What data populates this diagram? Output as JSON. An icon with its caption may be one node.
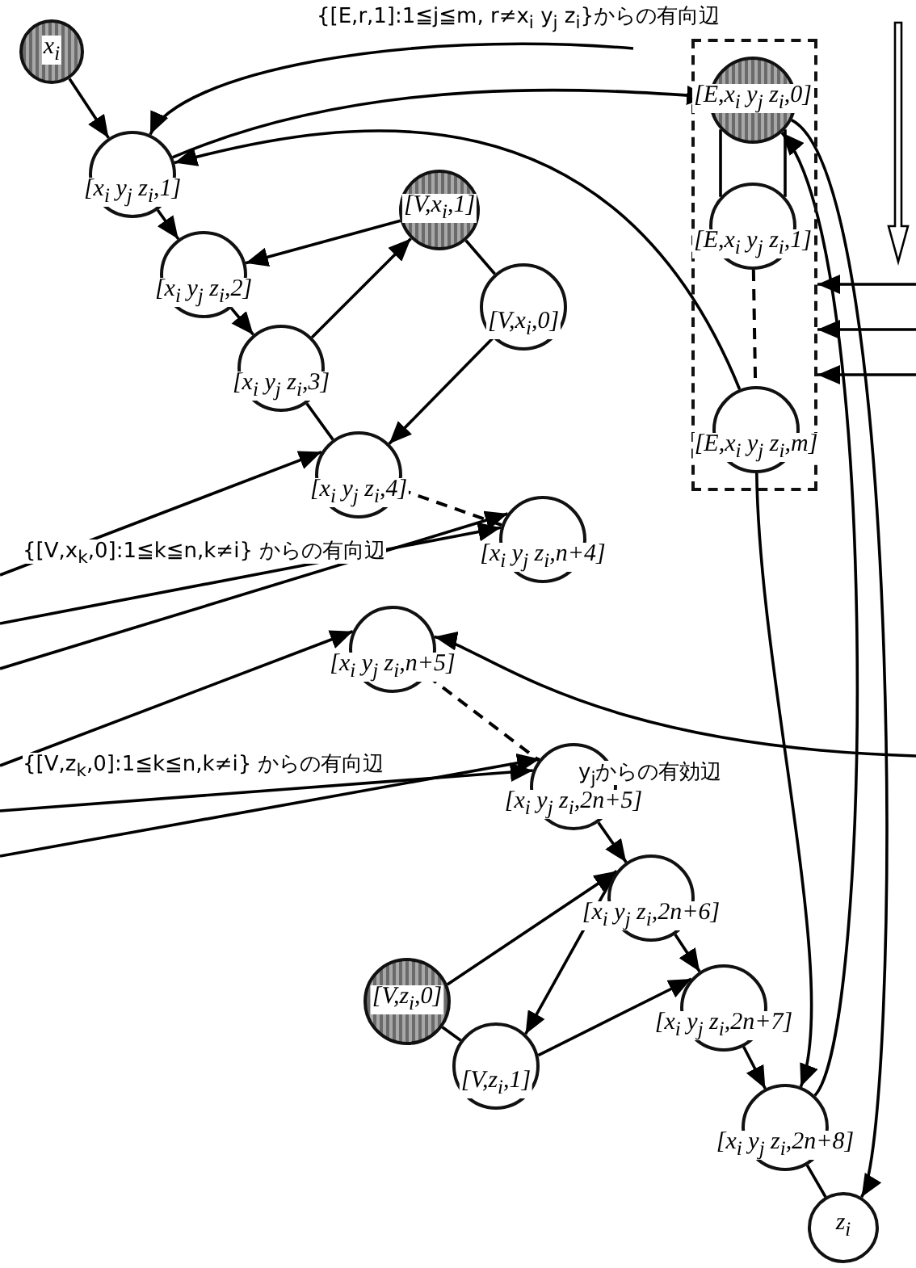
{
  "diagram": {
    "nodes": [
      {
        "text": [
          "x$_{i}$"
        ]
      },
      {
        "text": [],
        "shape": "box"
      },
      {
        "text": [
          "[E,x$_{i}$ y$_{j}$ z$_{i}$,0]"
        ],
        "in": 1
      },
      {
        "text": [
          "[x$_{i}$ y$_{j}$ z$_{i}$,1]"
        ]
      },
      {
        "text": [
          "[V,x$_{i}$,1]"
        ]
      },
      {
        "text": [
          "[E,x$_{i}$ y$_{j}$ z$_{i}$,1]"
        ],
        "in": 1
      },
      {
        "text": [
          "[x$_{i}$ y$_{j}$ z$_{i}$,2]"
        ]
      },
      {
        "text": [
          "[V,x$_{i}$,0]"
        ]
      },
      {
        "text": [
          "[x$_{i}$ y$_{j}$ z$_{i}$,3]"
        ]
      },
      {
        "text": [
          "[E,x$_{i}$ y$_{j}$ z$_{i}$,m]"
        ],
        "in": 1
      },
      {
        "text": [
          "[x$_{i}$ y$_{j}$ z$_{i}$,4]"
        ]
      },
      {
        "text": [
          "[x$_{i}$ y$_{j}$ z$_{i}$,n+4]"
        ]
      },
      {
        "text": [
          "[x$_{i}$ y$_{j}$ z$_{i}$,n+5]"
        ]
      },
      {
        "text": [
          "[x$_{i}$ y$_{j}$ z$_{i}$,2n+5]"
        ]
      },
      {
        "text": [
          "[x$_{i}$ y$_{j}$ z$_{i}$,2n+6]"
        ]
      },
      {
        "text": [
          "[V,z$_{i}$,0]"
        ]
      },
      {
        "text": [
          "[x$_{i}$ y$_{j}$ z$_{i}$,2n+7]"
        ]
      },
      {
        "text": [
          "[V,z$_{i}$,1]"
        ]
      },
      {
        "text": [
          "[x$_{i}$ y$_{j}$ z$_{i}$,2n+8]"
        ]
      },
      {
        "text": [
          "z$_{i}$"
        ]
      }
    ],
    "edges": [
      {
        "from": 0,
        "to": 3,
        "arrow": "to"
      },
      {
        "from": null,
        "to": 3,
        "arrow": "to",
        "label": "{[E,r,1]:1≦j≦m, r≠x$_{i}$ y$_{j}$ z$_{i}$}からの有向辺"
      },
      {
        "from": 3,
        "to": 2,
        "arrow": "to"
      },
      {
        "from": 9,
        "to": 3,
        "arrow": "to"
      },
      {
        "from": 3,
        "to": 6,
        "arrow": "to"
      },
      {
        "from": 6,
        "to": 8,
        "arrow": "to"
      },
      {
        "from": 8,
        "to": 10,
        "arrow": "none"
      },
      {
        "from": 4,
        "to": 6,
        "arrow": "to"
      },
      {
        "from": 8,
        "to": 4,
        "arrow": "to"
      },
      {
        "from": 4,
        "to": 7,
        "arrow": "none"
      },
      {
        "from": 7,
        "to": 10,
        "arrow": "to"
      },
      {
        "from": 10,
        "to": 11,
        "arrow": "none",
        "style": "dashed"
      },
      {
        "from": 12,
        "to": 13,
        "arrow": "none",
        "style": "dashed"
      },
      {
        "from": 13,
        "to": 14,
        "arrow": "to"
      },
      {
        "from": 14,
        "to": 16,
        "arrow": "to"
      },
      {
        "from": 16,
        "to": 18,
        "arrow": "to"
      },
      {
        "from": 18,
        "to": 19,
        "arrow": "none"
      },
      {
        "from": 15,
        "to": 14,
        "arrow": "to"
      },
      {
        "from": 14,
        "to": 17,
        "arrow": "to"
      },
      {
        "from": 17,
        "to": 16,
        "arrow": "to"
      },
      {
        "from": 15,
        "to": 17,
        "arrow": "none"
      },
      {
        "from": 2,
        "to": 5,
        "arrow": "none"
      },
      {
        "from": 5,
        "to": 9,
        "arrow": "none",
        "style": "dashed"
      },
      {
        "from": 9,
        "to": 18,
        "arrow": "to"
      },
      {
        "from": 18,
        "to": 2,
        "arrow": "to"
      },
      {
        "from": 2,
        "to": 19,
        "arrow": "to"
      },
      {
        "from": null,
        "to": 1,
        "arrow": "to"
      },
      {
        "from": null,
        "to": 1,
        "arrow": "to"
      },
      {
        "from": null,
        "to": 1,
        "arrow": "to"
      },
      {
        "from": null,
        "to": 10,
        "arrow": "to"
      },
      {
        "from": null,
        "to": 11,
        "arrow": "to",
        "label": "{[V,x$_{k}$,0]:1≦k≦n,k≠i} からの有向辺"
      },
      {
        "from": null,
        "to": 11,
        "arrow": "to"
      },
      {
        "from": null,
        "to": 12,
        "arrow": "to"
      },
      {
        "from": null,
        "to": 13,
        "arrow": "to",
        "label": "{[V,z$_{k}$,0]:1≦k≦n,k≠i} からの有向辺"
      },
      {
        "from": null,
        "to": 13,
        "arrow": "to"
      },
      {
        "from": null,
        "to": 12,
        "arrow": "to",
        "label": "y$_{j}$からの有効辺"
      }
    ]
  }
}
